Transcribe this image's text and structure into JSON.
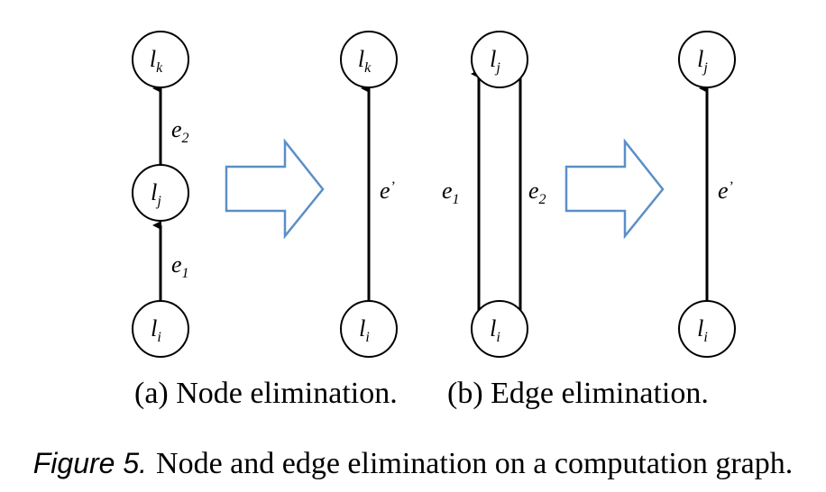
{
  "nodes": {
    "a_left_top": {
      "base": "l",
      "sub": "k"
    },
    "a_left_mid": {
      "base": "l",
      "sub": "j"
    },
    "a_left_bot": {
      "base": "l",
      "sub": "i"
    },
    "a_right_top": {
      "base": "l",
      "sub": "k"
    },
    "a_right_bot": {
      "base": "l",
      "sub": "i"
    },
    "b_left_top": {
      "base": "l",
      "sub": "j"
    },
    "b_left_bot": {
      "base": "l",
      "sub": "i"
    },
    "b_right_top": {
      "base": "l",
      "sub": "j"
    },
    "b_right_bot": {
      "base": "l",
      "sub": "i"
    }
  },
  "edges": {
    "a_e2": {
      "base": "e",
      "sub": "2"
    },
    "a_e1": {
      "base": "e",
      "sub": "1"
    },
    "a_eprime": {
      "base": "e",
      "sub": "’"
    },
    "b_e1": {
      "base": "e",
      "sub": "1"
    },
    "b_e2": {
      "base": "e",
      "sub": "2"
    },
    "b_eprime": {
      "base": "e",
      "sub": "’"
    }
  },
  "subcaptions": {
    "a": "(a) Node elimination.",
    "b": "(b) Edge elimination."
  },
  "caption": {
    "label": "Figure 5.",
    "text": "Node and edge elimination on a computation graph."
  },
  "colors": {
    "arrow_stroke": "#5b8fc7",
    "line": "#000000"
  }
}
